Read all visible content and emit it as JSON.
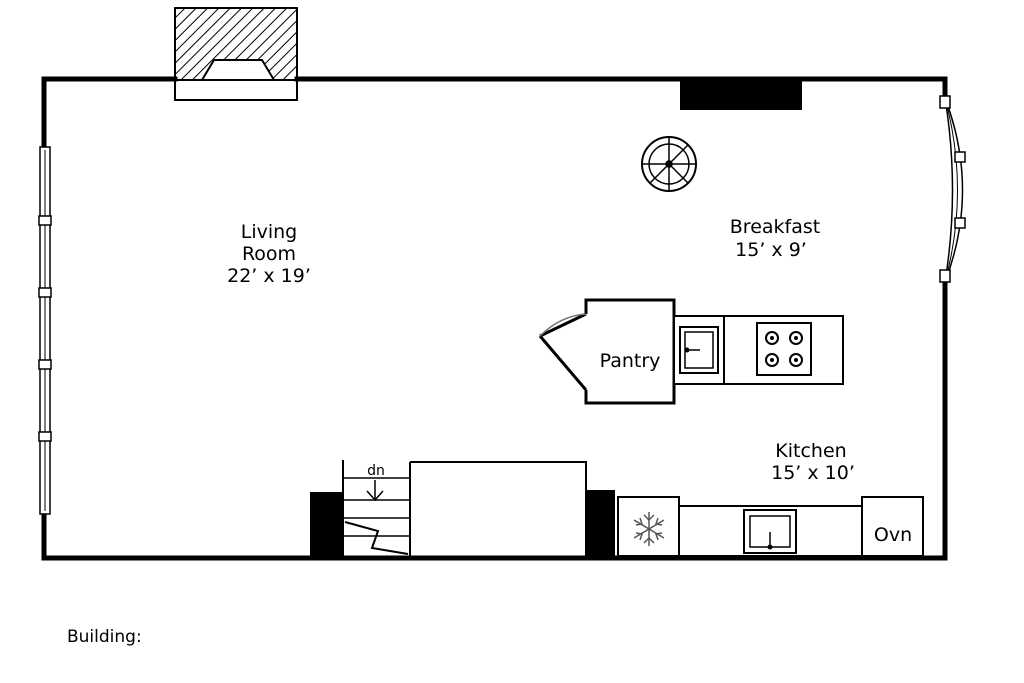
{
  "rooms": {
    "living": {
      "name_line1": "Living",
      "name_line2": "Room",
      "size": "22’ x 19’"
    },
    "breakfast": {
      "name": "Breakfast",
      "size": "15’ x 9’"
    },
    "kitchen": {
      "name": "Kitchen",
      "size": "15’ x 10’"
    },
    "pantry": {
      "name": "Pantry"
    }
  },
  "fixtures": {
    "stairs_label": "dn",
    "oven_label": "Ovn"
  },
  "footer": {
    "building_label": "Building:"
  }
}
